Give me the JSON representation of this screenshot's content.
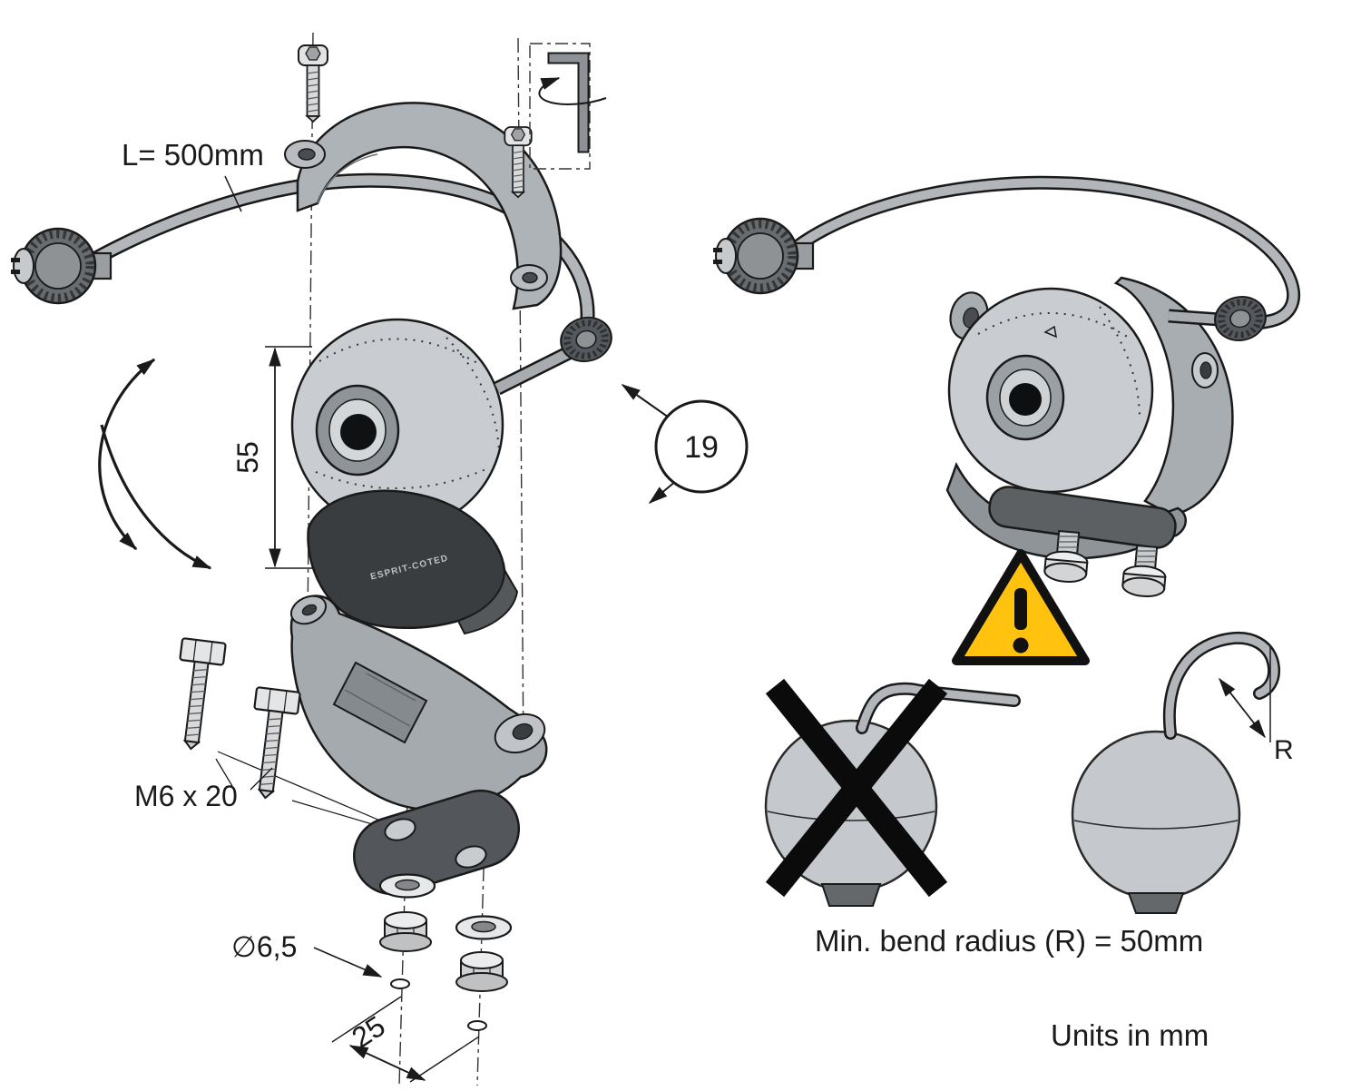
{
  "diagram": {
    "kind": "installation-exploded-diagram",
    "background": "#ffffff"
  },
  "labels": {
    "cable_length": "L= 500mm",
    "swivel_height": "55",
    "wrench_size": "19",
    "bolt_spec": "M6 x 20",
    "hole_diameter": "∅6,5",
    "hole_spacing": "25",
    "pad_marking": "ESPRIT-COTED",
    "radius_symbol": "R",
    "min_bend_radius": "Min. bend radius (R) = 50mm",
    "units_note": "Units in mm"
  },
  "colors": {
    "ink": "#1a1a1a",
    "part_light": "#C9CDD1",
    "part_mid": "#A5AAAE",
    "part_dark": "#53575B",
    "rubber_pad": "#3A3D40",
    "cable": "#B2B6BA",
    "warning_fill": "#FFC20E",
    "warning_border": "#111111"
  },
  "icons": {
    "warning": "exclamation-triangle-icon",
    "prohibition": "cross-x-icon"
  }
}
